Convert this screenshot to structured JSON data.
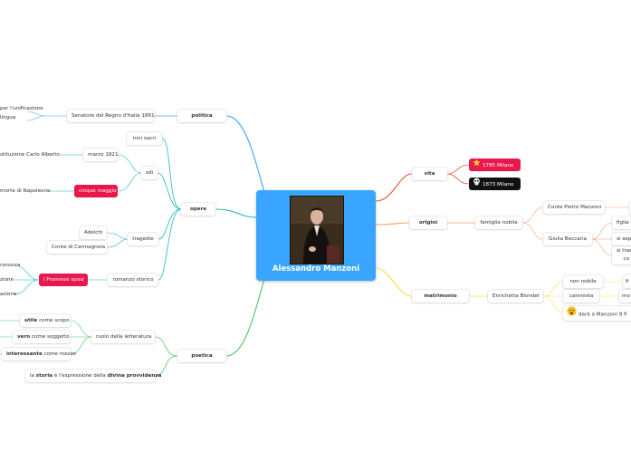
{
  "central": {
    "title": "Alessandro Manzoni",
    "image": "portrait of Alessandro Manzoni"
  },
  "branches": {
    "politica": {
      "label": "politica",
      "senatore": "Senatore del Regno d'Italia 1861",
      "unificazione_1": "per l'unificazione",
      "unificazione_2": "lingua"
    },
    "opere": {
      "label": "opere",
      "inni_sacri": "inni sacri",
      "odi": "odi",
      "marzo": "marzo 1821",
      "costituzione": "stituzione Carlo Alberto",
      "cinque_maggio": "cinque maggio",
      "morte_napoleone": "morte di Napoleone",
      "tragedie": "tragedie",
      "adelchi": "Adelchi",
      "carmagnola": "Conte di Carmagnola",
      "romanzo": "romanzo storico",
      "promessi": "I Promessi sposi",
      "censura": "censura",
      "zione_1": "zione",
      "zione_2": "azione"
    },
    "poetica": {
      "label": "poetica",
      "ruolo": "ruolo della letteratura",
      "utile_b": "utile",
      "utile_rest": " come scopo",
      "vero_b": "vero",
      "vero_rest": " come soggetto",
      "interessante_b": "interessante",
      "interessante_rest": " come mezzo",
      "storia_pre": "la ",
      "storia_b": "storia",
      "storia_mid": " è l'espressione della ",
      "storia_b2": "divina provvidenza"
    },
    "vita": {
      "label": "vita",
      "nascita": "1785 Milano",
      "morte": "1873 Milano",
      "star_icon": "star-icon",
      "skull_icon": "skull-icon"
    },
    "origini": {
      "label": "origini",
      "famiglia": "famiglia nobile",
      "pietro": "Conte Pietro Manzoni",
      "giulia": "Giulia Beccaria",
      "figlia": "figlia d",
      "separa": "si sepa",
      "trasf_1": "si tras",
      "trasf_2": "co"
    },
    "matrimonio": {
      "label": "matrimonio",
      "enrichetta": "Enrichetta Blondel",
      "non_nobile": "non nobile",
      "calvinista": "calvinista",
      "figli": "darà a Manzoni 9 fi",
      "fi": "fi",
      "mo": "mo",
      "face_icon": "surprised-face-icon"
    }
  },
  "colors": {
    "central": "#3aa5ff",
    "politica": "#3aa5ff",
    "opere": "#1fb8b8",
    "poetica": "#4cc86a",
    "vita": "#e8503a",
    "origini": "#f5a06a",
    "matrimonio": "#f2e24a",
    "highlight": "#e8184c"
  }
}
